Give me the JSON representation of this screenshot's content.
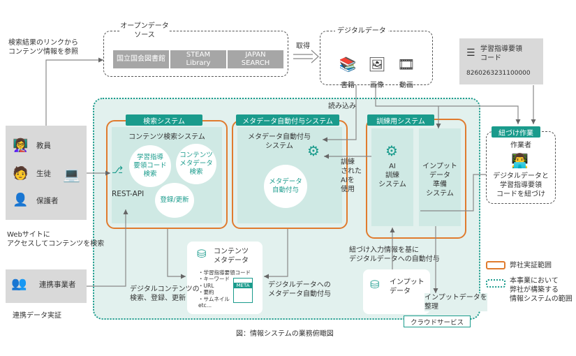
{
  "top": {
    "search_link_note": "検索結果のリンクから\nコンテンツ情報を参照",
    "open_data_title": "オープンデータ\nソース",
    "sources": [
      "国立国会図書館",
      "STEAM\nLibrary",
      "JAPAN\nSEARCH"
    ],
    "acquire": "取得",
    "digital_data_title": "デジタルデータ",
    "digital_items": [
      {
        "label": "書籍",
        "icon": "books-icon"
      },
      {
        "label": "画像",
        "icon": "image-icon"
      },
      {
        "label": "動画",
        "icon": "film-icon"
      }
    ],
    "curriculum_code_title": "学習指導要領\nコード",
    "curriculum_code_value": "8260263231100000"
  },
  "users": {
    "items": [
      {
        "label": "教員",
        "icon": "teacher-icon"
      },
      {
        "label": "生徒",
        "icon": "student-icon"
      },
      {
        "label": "保護者",
        "icon": "guardian-icon"
      }
    ],
    "web_note": "Webサイトに\nアクセスしてコンテンツを検索",
    "partner_label": "連携事業者",
    "partner_note": "連携データ実証"
  },
  "systems": {
    "load_label": "読み込み",
    "search_system": {
      "title": "検索システム",
      "subtitle": "コンテンツ検索システム",
      "circles": [
        "学習指導\n要領コード\n検索",
        "コンテンツ\nメタデータ\n検索",
        "登録/更新"
      ],
      "rest_api": "REST-API"
    },
    "metadata_system": {
      "title": "メタデータ自動付与システム",
      "subtitle": "メタデータ自動付与\nシステム",
      "circle": "メタデータ\n自動付与"
    },
    "trained_ai_note": "訓練\nされた\nAIを\n使用",
    "training_system": {
      "title": "訓練用システム",
      "ai_panel": "AI\n訓練\nシステム",
      "input_panel": "インプット\nデータ\n準備\nシステム"
    },
    "content_metadata": {
      "title": "コンテンツ\nメタデータ",
      "fields": "・学習指導要領コード\n・キーワード\n・URL\n・要約\n・サムネイル\netc…",
      "meta_icon_label": "META"
    },
    "input_data_label": "インプット\nデータ",
    "link_input_note": "紐づけ入力情報を基に\nデジタルデータへの自動付与",
    "digital_contents_note": "デジタルコンテンツの\n検索、登録、更新",
    "digital_meta_note": "デジタルデータへの\nメタデータ自動付与",
    "input_organize_note": "インプットデータを\n整理",
    "cloud_label": "クラウドサービス"
  },
  "linking": {
    "title": "紐づけ作業",
    "worker": "作業者",
    "description": "デジタルデータと\n学習指導要領\nコードを紐づけ"
  },
  "legend": {
    "orange": "弊社実証範囲",
    "teal": "本事業において\n弊社が構築する\n情報システムの範囲"
  },
  "caption": "図：情報システムの業務俯瞰図",
  "colors": {
    "teal": "#1a9b8c",
    "orange": "#e07b2e",
    "panel": "#cfe9e4",
    "grey": "#a6a6a6"
  }
}
